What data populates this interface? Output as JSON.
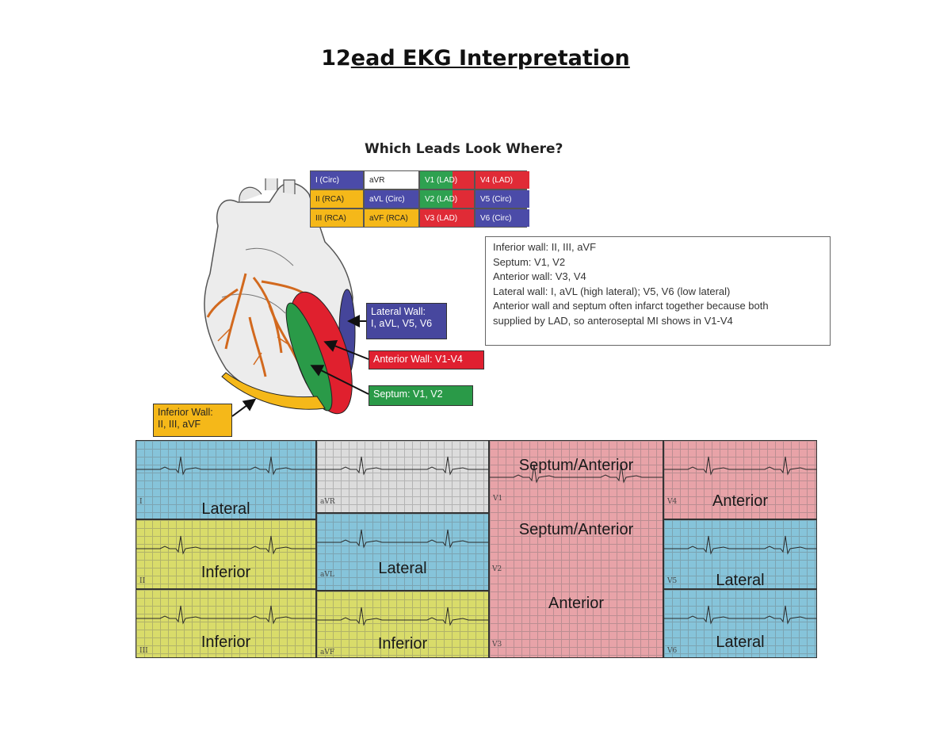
{
  "title": {
    "prefix": "12",
    "rest": "ead EKG Interpretation"
  },
  "figure": {
    "heading": "Which Leads Look Where?",
    "lead_table": [
      [
        {
          "text": "I    (Circ)",
          "color": "blue"
        },
        {
          "text": "aVR",
          "color": "white"
        },
        {
          "text": "V1  (LAD)",
          "color": "greenred"
        },
        {
          "text": "V4  (LAD)",
          "color": "red"
        }
      ],
      [
        {
          "text": "II   (RCA)",
          "color": "yellow"
        },
        {
          "text": "aVL (Circ)",
          "color": "blue"
        },
        {
          "text": "V2  (LAD)",
          "color": "greenred"
        },
        {
          "text": "V5   (Circ)",
          "color": "blue"
        }
      ],
      [
        {
          "text": "III  (RCA)",
          "color": "yellow"
        },
        {
          "text": "aVF (RCA)",
          "color": "yellow"
        },
        {
          "text": "V3  (LAD)",
          "color": "red"
        },
        {
          "text": "V6   (Circ)",
          "color": "blue"
        }
      ]
    ],
    "info_lines": [
      "Inferior wall: II, III,  aVF",
      "Septum: V1, V2",
      "Anterior wall:  V3, V4",
      "Lateral wall: I, aVL (high lateral);  V5, V6 (low lateral)",
      "Anterior wall and septum often infarct together because both",
      "supplied by LAD, so anteroseptal  MI shows in V1-V4"
    ],
    "labels": {
      "lateral_line1": "Lateral Wall:",
      "lateral_line2": "I, aVL, V5, V6",
      "anterior": "Anterior Wall: V1-V4",
      "septum": "Septum: V1, V2",
      "inferior_line1": "Inferior Wall:",
      "inferior_line2": "II, III, aVF"
    },
    "colors": {
      "blue": "#4b4ba8",
      "yellow": "#f5b819",
      "green": "#2ea150",
      "red": "#e02b36"
    }
  },
  "ekg": {
    "regions": [
      {
        "label": "Lateral",
        "lead": "I",
        "color": "blue"
      },
      {
        "label": "",
        "lead": "aVR",
        "color": "gray"
      },
      {
        "label": "Septum/Anterior",
        "lead": "V1",
        "color": "pink"
      },
      {
        "label": "Anterior",
        "lead": "V4",
        "color": "pink"
      },
      {
        "label": "Inferior",
        "lead": "II",
        "color": "yellow"
      },
      {
        "label": "Lateral",
        "lead": "aVL",
        "color": "blue"
      },
      {
        "label": "Septum/Anterior",
        "lead": "V2",
        "color": "pink"
      },
      {
        "label": "Lateral",
        "lead": "V5",
        "color": "blue"
      },
      {
        "label": "Inferior",
        "lead": "III",
        "color": "yellow"
      },
      {
        "label": "Inferior",
        "lead": "aVF",
        "color": "yellow"
      },
      {
        "label": "Anterior",
        "lead": "V3",
        "color": "pink"
      },
      {
        "label": "Lateral",
        "lead": "V6",
        "color": "blue"
      }
    ]
  }
}
